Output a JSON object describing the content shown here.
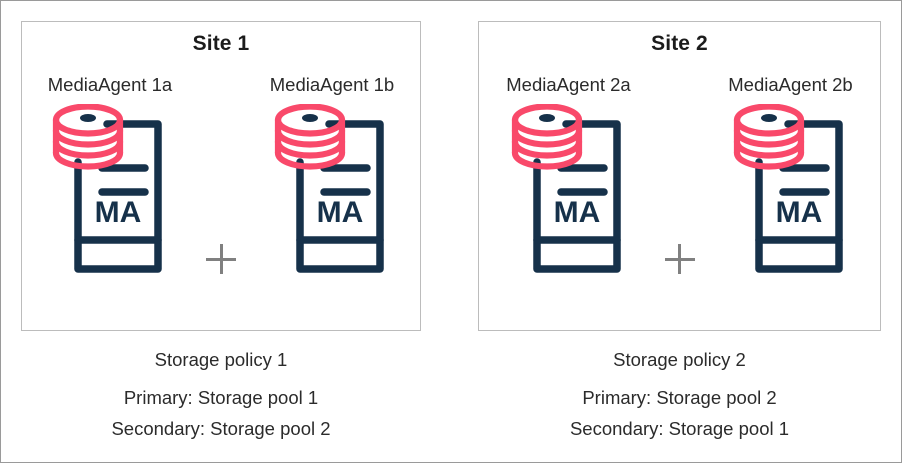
{
  "diagram": {
    "title_icon": "disk-stack-icon",
    "server_icon": "media-agent-server-icon",
    "plus_icon": "plus-separator-icon",
    "server_badge_text": "MA",
    "colors": {
      "disk_pink": "#f9496a",
      "server_navy": "#16314a",
      "plus_gray": "#808080",
      "box_border": "#bcbcbc",
      "outer_border": "#9a9a9a",
      "text": "#2b2b2b"
    }
  },
  "sites": [
    {
      "title": "Site 1",
      "agents": [
        {
          "label": "MediaAgent 1a",
          "badge": "MA"
        },
        {
          "label": "MediaAgent 1b",
          "badge": "MA"
        }
      ],
      "separator": "+",
      "policy": "Storage policy 1",
      "primary": "Primary: Storage pool 1",
      "secondary": "Secondary: Storage pool 2"
    },
    {
      "title": "Site 2",
      "agents": [
        {
          "label": "MediaAgent 2a",
          "badge": "MA"
        },
        {
          "label": "MediaAgent 2b",
          "badge": "MA"
        }
      ],
      "separator": "+",
      "policy": "Storage policy 2",
      "primary": "Primary: Storage pool 2",
      "secondary": "Secondary: Storage pool 1"
    }
  ]
}
